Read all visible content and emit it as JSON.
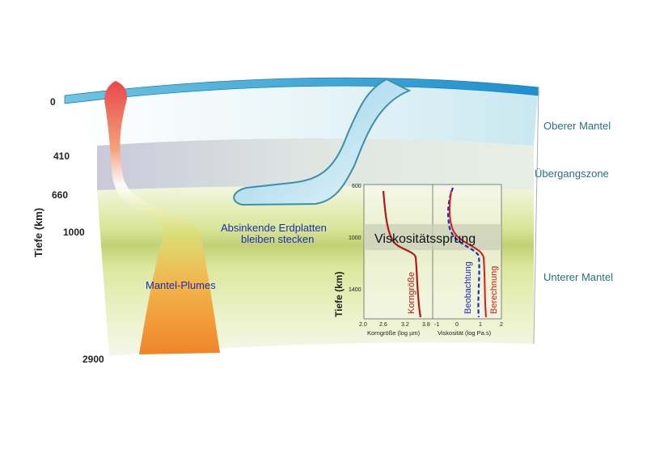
{
  "depth_axis": {
    "title": "Tiefe (km)",
    "labels": [
      "0",
      "410",
      "660",
      "1000",
      "2900"
    ]
  },
  "zones": {
    "upper": "Oberer Mantel",
    "transition": "Übergangszone",
    "lower": "Unterer Mantel"
  },
  "annotations": {
    "slab_line1": "Absinkende Erdplatten",
    "slab_line2": "bleiben stecken",
    "plumes": "Mantel-Plumes"
  },
  "inset": {
    "title": "Viskositätssprung",
    "y_title": "Tiefe (km)",
    "y_ticks": [
      "600",
      "1000",
      "1400"
    ],
    "grain_axis": {
      "ticks": [
        "2.0",
        "2.6",
        "3.2",
        "3.8"
      ],
      "label": "Korngröße (log µm)"
    },
    "visc_axis": {
      "ticks": [
        "-1",
        "0",
        "1",
        "2"
      ],
      "label": "Viskosität (log Pa.s)"
    },
    "curve_labels": {
      "grain": "Korngröße",
      "observation": "Beobachtung",
      "calculation": "Berechnung"
    },
    "colors": {
      "grain": "#b01818",
      "observation": "#1b2db8",
      "calculation": "#d41c1c"
    }
  },
  "colors": {
    "lithosphere": "#4fb6d8",
    "slab": "#8ccde6",
    "transition_band": "#cfd0de",
    "lower_mantle": "#dde88a",
    "plume_top": "#e8534a",
    "plume_bottom": "#f08a2a",
    "zone_label": "#2a6f7e"
  }
}
